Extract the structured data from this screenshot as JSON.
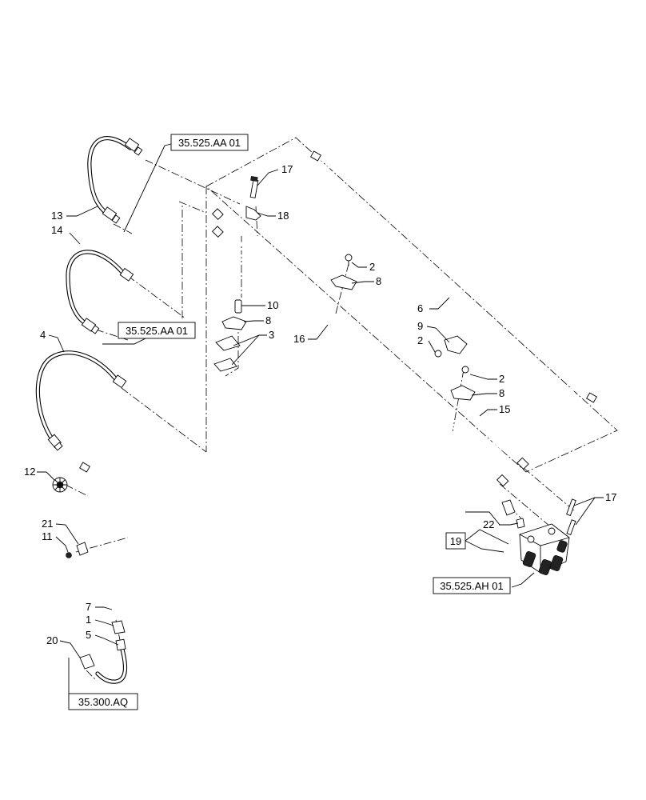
{
  "callouts": [
    "17",
    "18",
    "13",
    "14",
    "2",
    "8",
    "10",
    "8",
    "3",
    "16",
    "6",
    "9",
    "2",
    "4",
    "2",
    "8",
    "15",
    "12",
    "21",
    "11",
    "17",
    "22",
    "7",
    "1",
    "5",
    "20"
  ],
  "ref_boxes": [
    "35.525.AA 01",
    "35.525.AA 01",
    "19",
    "35.525.AH 01",
    "35.300.AQ"
  ]
}
